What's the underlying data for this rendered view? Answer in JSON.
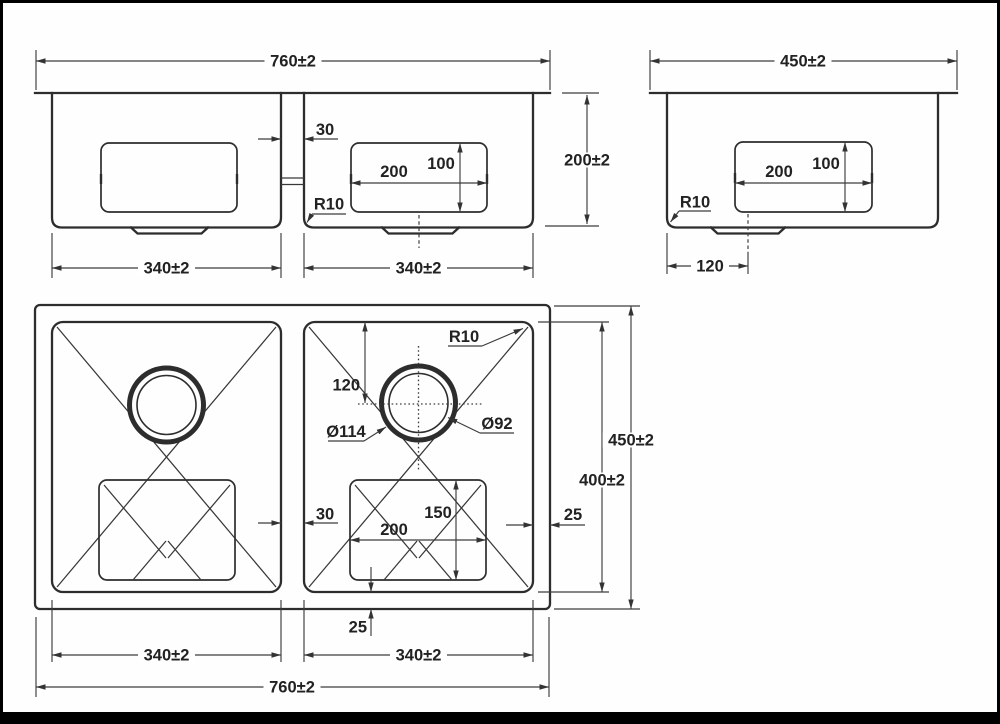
{
  "drawing": {
    "kind": "double bowl sink dimensional drawing",
    "colors": {
      "line": "#2d2d2d",
      "background": "#ffffff",
      "frame": "#000000"
    }
  },
  "views": {
    "front": {
      "dims": {
        "overall_width": "760±2",
        "height": "200±2",
        "left_bowl_width": "340±2",
        "right_bowl_width": "340±2",
        "divider": "30",
        "drain_plate_width": "200",
        "drain_plate_height": "100",
        "corner_radius": "R10"
      }
    },
    "side": {
      "dims": {
        "overall_depth": "450±2",
        "drain_plate_width": "200",
        "drain_plate_height": "100",
        "corner_radius": "R10",
        "drain_offset": "120"
      }
    },
    "plan": {
      "dims": {
        "overall_width": "760±2",
        "overall_depth": "450±2",
        "bowl_depth": "400±2",
        "left_bowl_width": "340±2",
        "right_bowl_width": "340±2",
        "divider": "30",
        "drain_offset": "120",
        "drain_flange_dia": "Ø114",
        "drain_hole_dia": "Ø92",
        "corner_radius": "R10",
        "rim_gap_right": "25",
        "rim_gap_bottom": "25",
        "drain_plate_width": "200",
        "drain_plate_height": "150"
      }
    }
  }
}
